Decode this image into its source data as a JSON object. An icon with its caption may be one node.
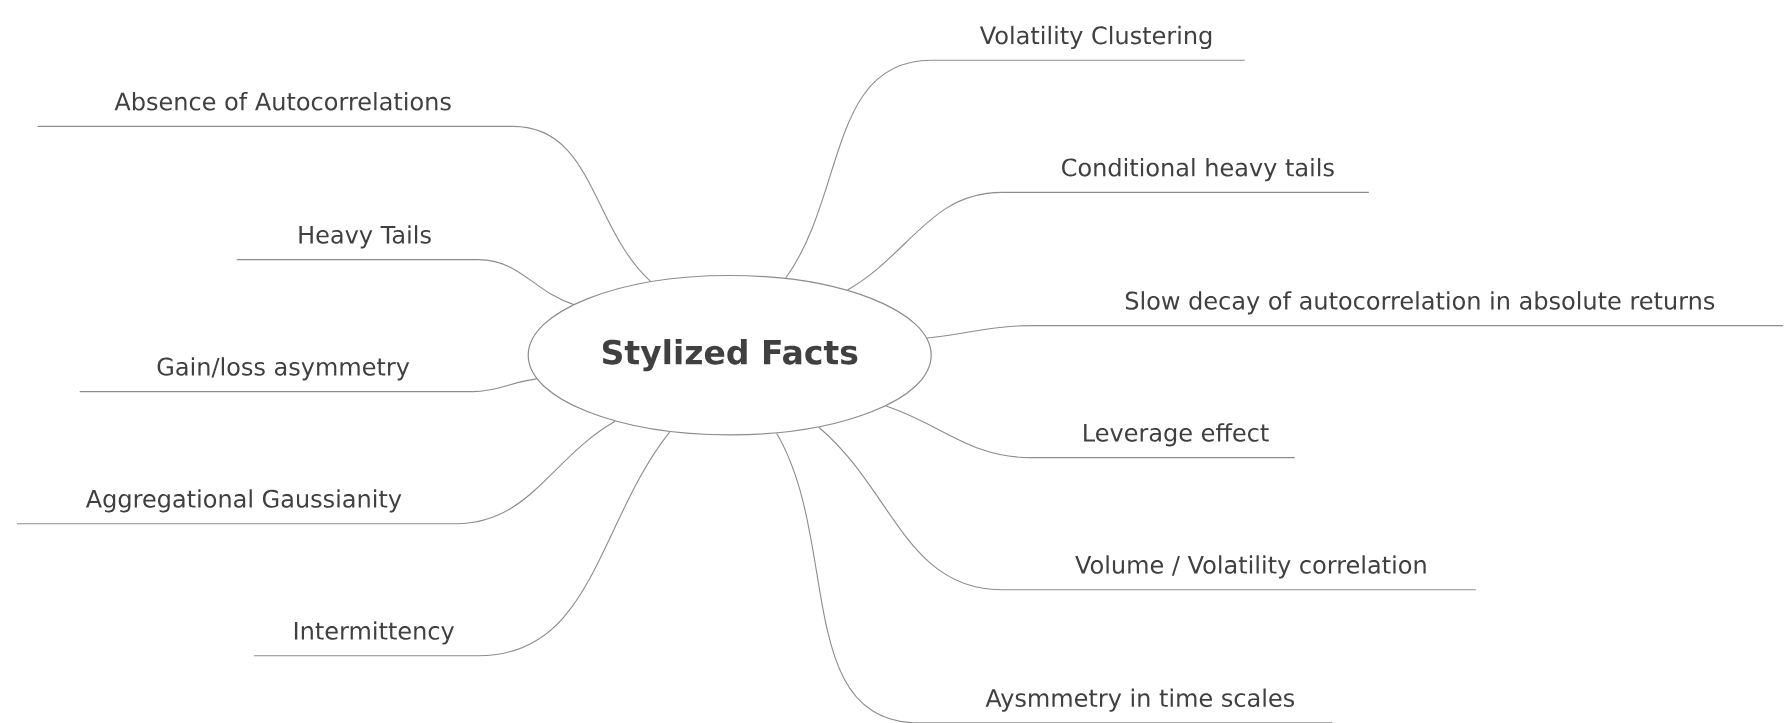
{
  "diagram": {
    "nodes": [
      {
        "text": [
          "Stylized Facts"
        ]
      },
      {
        "text": [
          "Absence of Autocorrelations"
        ]
      },
      {
        "text": [
          "Heavy Tails"
        ]
      },
      {
        "text": [
          "Gain/loss asymmetry"
        ]
      },
      {
        "text": [
          "Aggregational Gaussianity"
        ]
      },
      {
        "text": [
          "Intermittency"
        ]
      },
      {
        "text": [
          "Volatility Clustering"
        ]
      },
      {
        "text": [
          "Conditional heavy tails"
        ]
      },
      {
        "text": [
          "Slow decay of autocorrelation in absolute returns"
        ]
      },
      {
        "text": [
          "Leverage effect"
        ]
      },
      {
        "text": [
          "Volume / Volatility correlation"
        ]
      },
      {
        "text": [
          "Aysmmetry in time scales"
        ]
      }
    ],
    "edges": [
      {
        "from": 0,
        "to": 1,
        "arrow": "none"
      },
      {
        "from": 0,
        "to": 2,
        "arrow": "none"
      },
      {
        "from": 0,
        "to": 3,
        "arrow": "none"
      },
      {
        "from": 0,
        "to": 4,
        "arrow": "none"
      },
      {
        "from": 0,
        "to": 5,
        "arrow": "none"
      },
      {
        "from": 0,
        "to": 6,
        "arrow": "none"
      },
      {
        "from": 0,
        "to": 7,
        "arrow": "none"
      },
      {
        "from": 0,
        "to": 8,
        "arrow": "none"
      },
      {
        "from": 0,
        "to": 9,
        "arrow": "none"
      },
      {
        "from": 0,
        "to": 10,
        "arrow": "none"
      },
      {
        "from": 0,
        "to": 11,
        "arrow": "none"
      }
    ]
  }
}
